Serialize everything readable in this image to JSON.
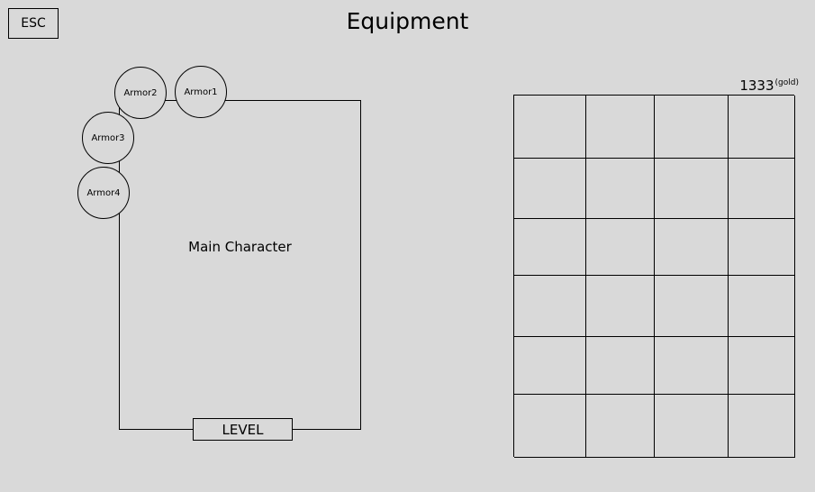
{
  "header": {
    "esc_label": "ESC",
    "title": "Equipment"
  },
  "character": {
    "label": "Main Character",
    "level_label": "LEVEL",
    "armor_slots": [
      "Armor1",
      "Armor2",
      "Armor3",
      "Armor4"
    ]
  },
  "inventory": {
    "gold_amount": "1333",
    "gold_unit": "(gold)",
    "rows": 6,
    "columns": 4
  }
}
